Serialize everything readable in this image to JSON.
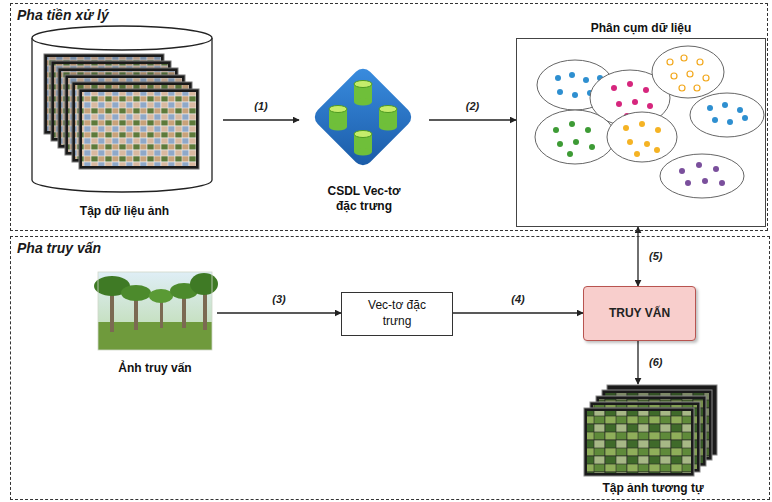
{
  "diagram": {
    "nodes": [
      {
        "text": [
          "Pha tiền xử lý"
        ]
      },
      {
        "text": [
          "Tập dữ liệu ảnh"
        ],
        "in": 0
      },
      {
        "text": [
          "CSDL Vec-tơ đặc trưng"
        ],
        "in": 0
      },
      {
        "text": [
          "Phân cụm dữ liệu"
        ],
        "in": 0
      },
      {
        "text": [
          "Pha truy vấn"
        ]
      },
      {
        "text": [
          "Ảnh truy vấn"
        ],
        "in": 4
      },
      {
        "text": [
          "Vec-tơ đặc trưng"
        ],
        "in": 4
      },
      {
        "text": [
          "TRUY VẤN"
        ],
        "in": 4
      },
      {
        "text": [
          "Tập ảnh tương tự"
        ],
        "in": 4
      }
    ],
    "edges": [
      {
        "from": 1,
        "to": 2,
        "arrow": "to",
        "label": "(1)"
      },
      {
        "from": 2,
        "to": 3,
        "arrow": "to",
        "label": "(2)"
      },
      {
        "from": 5,
        "to": 6,
        "arrow": "to",
        "label": "(3)"
      },
      {
        "from": 6,
        "to": 7,
        "arrow": "to",
        "label": "(4)"
      },
      {
        "from": 7,
        "to": 3,
        "arrow": "both",
        "label": "(5)"
      },
      {
        "from": 7,
        "to": 8,
        "arrow": "to",
        "label": "(6)"
      }
    ]
  }
}
